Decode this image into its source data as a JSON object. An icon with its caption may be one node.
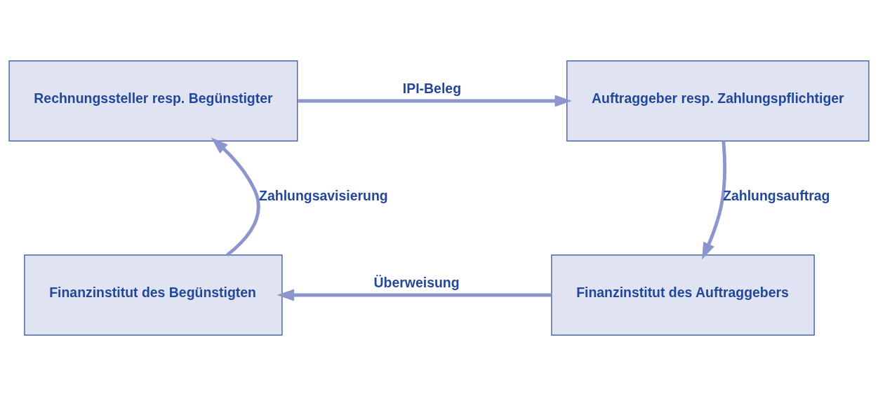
{
  "diagram": {
    "nodes": [
      {
        "text": [
          "Rechnungssteller resp. Begünstigter"
        ]
      },
      {
        "text": [
          "Auftraggeber resp. Zahlungspflichtiger"
        ]
      },
      {
        "text": [
          "Finanzinstitut des Auftraggebers"
        ]
      },
      {
        "text": [
          "Finanzinstitut des Begünstigten"
        ]
      }
    ],
    "edges": [
      {
        "from": 0,
        "to": 1,
        "arrow": "to",
        "label": "IPI-Beleg"
      },
      {
        "from": 1,
        "to": 2,
        "arrow": "to",
        "label": "Zahlungsauftrag"
      },
      {
        "from": 2,
        "to": 3,
        "arrow": "to",
        "label": "Überweisung"
      },
      {
        "from": 3,
        "to": 0,
        "arrow": "to",
        "label": "Zahlungsavisierung"
      }
    ]
  }
}
